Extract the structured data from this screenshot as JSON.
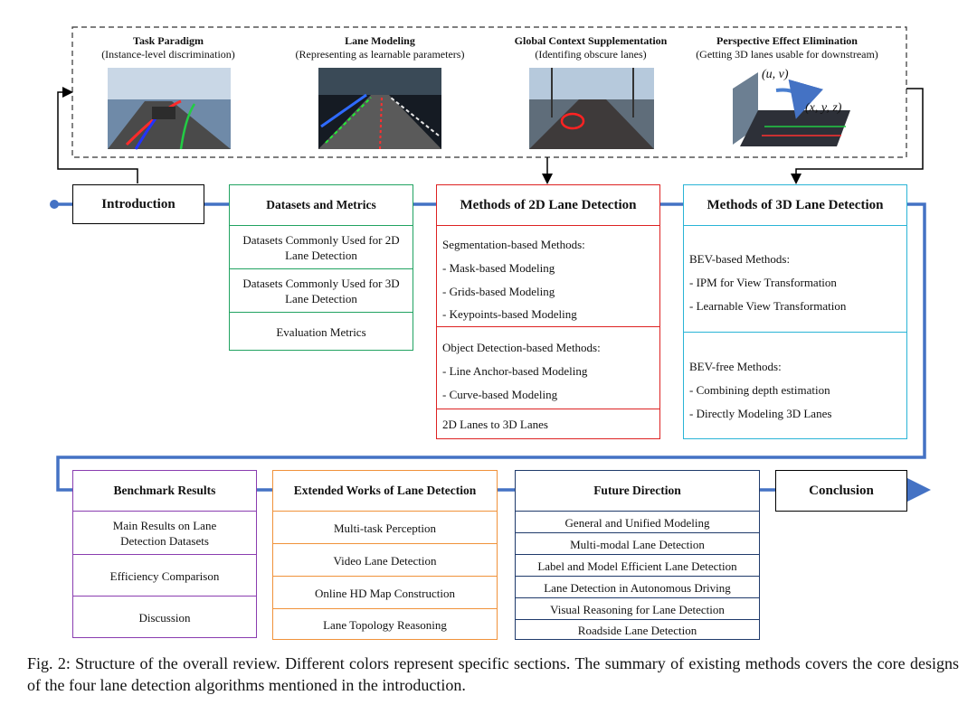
{
  "top_panel": {
    "items": [
      {
        "title": "Task Paradigm",
        "subtitle": "(Instance-level discrimination)"
      },
      {
        "title": "Lane Modeling",
        "subtitle": "(Representing as learnable parameters)"
      },
      {
        "title": "Global Context Supplementation",
        "subtitle": "(Identifing obscure lanes)"
      },
      {
        "title": "Perspective Effect Elimination",
        "subtitle": "(Getting 3D lanes usable for downstream)"
      }
    ],
    "coord_uv": "(u, v)",
    "coord_xyz": "(x, y, z)"
  },
  "introduction": "Introduction",
  "datasets": {
    "title": "Datasets and Metrics",
    "items": [
      "Datasets Commonly Used for 2D Lane Detection",
      "Datasets Commonly Used for 3D Lane Detection",
      "Evaluation Metrics"
    ]
  },
  "methods2d": {
    "title": "Methods of 2D Lane Detection",
    "seg_title": "Segmentation-based Methods:",
    "seg_items": [
      "- Mask-based Modeling",
      "- Grids-based Modeling",
      "- Keypoints-based Modeling"
    ],
    "obj_title": "Object Detection-based Methods:",
    "obj_items": [
      "- Line Anchor-based Modeling",
      "- Curve-based Modeling"
    ],
    "lift": "2D Lanes to 3D Lanes"
  },
  "methods3d": {
    "title": "Methods of 3D Lane Detection",
    "bev_title": "BEV-based Methods:",
    "bev_items": [
      "- IPM for View Transformation",
      "- Learnable View Transformation"
    ],
    "free_title": "BEV-free Methods:",
    "free_items": [
      "- Combining depth estimation",
      "- Directly Modeling 3D Lanes"
    ]
  },
  "benchmark": {
    "title": "Benchmark Results",
    "items": [
      "Main Results on Lane Detection Datasets",
      "Efficiency Comparison",
      "Discussion"
    ]
  },
  "extended": {
    "title": "Extended Works of Lane Detection",
    "items": [
      "Multi-task Perception",
      "Video Lane Detection",
      "Online HD Map Construction",
      "Lane Topology Reasoning"
    ]
  },
  "future": {
    "title": "Future Direction",
    "items": [
      "General and Unified Modeling",
      "Multi-modal Lane Detection",
      "Label and Model Efficient Lane Detection",
      "Lane Detection in Autonomous Driving",
      "Visual Reasoning for Lane Detection",
      "Roadside Lane Detection"
    ]
  },
  "conclusion": "Conclusion",
  "caption": "Fig. 2: Structure of the overall review. Different colors represent specific sections. The summary of existing methods covers the core designs of the four lane detection algorithms mentioned in the introduction.",
  "colors": {
    "flow": "#4472c4",
    "datasets": "#21a361",
    "methods2d": "#dd2222",
    "methods3d": "#2ab4d6",
    "benchmark": "#8a3db0",
    "extended": "#f0923a",
    "future": "#1f3a6b"
  }
}
